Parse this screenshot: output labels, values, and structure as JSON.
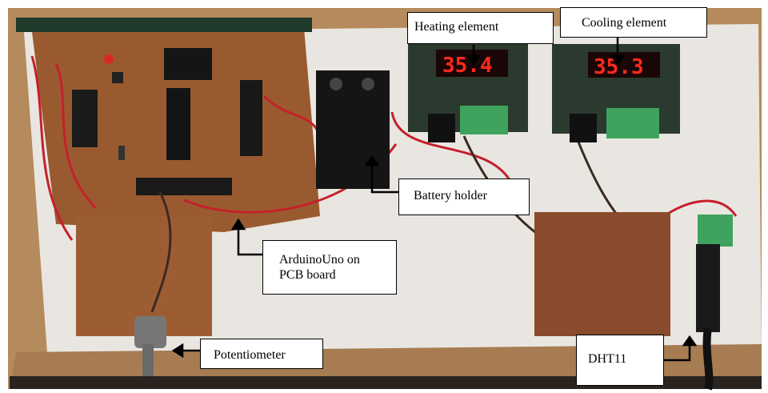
{
  "photo": {
    "labels": {
      "heating": "Heating element",
      "cooling": "Cooling element",
      "battery": "Battery holder",
      "arduino_line1": "ArduinoUno on",
      "arduino_line2": "PCB board",
      "potentiometer": "Potentiometer",
      "dht11": "DHT11"
    },
    "displays": {
      "heating_reading": "35.4",
      "cooling_reading": "35.3"
    },
    "colors": {
      "display_led": "#ff2a1a",
      "pcb": "#9a5a30",
      "module_board": "#2b3a2e",
      "terminal_block": "#3fa35e",
      "wall": "#e9e6e1",
      "wood": "#b58a5c"
    }
  }
}
